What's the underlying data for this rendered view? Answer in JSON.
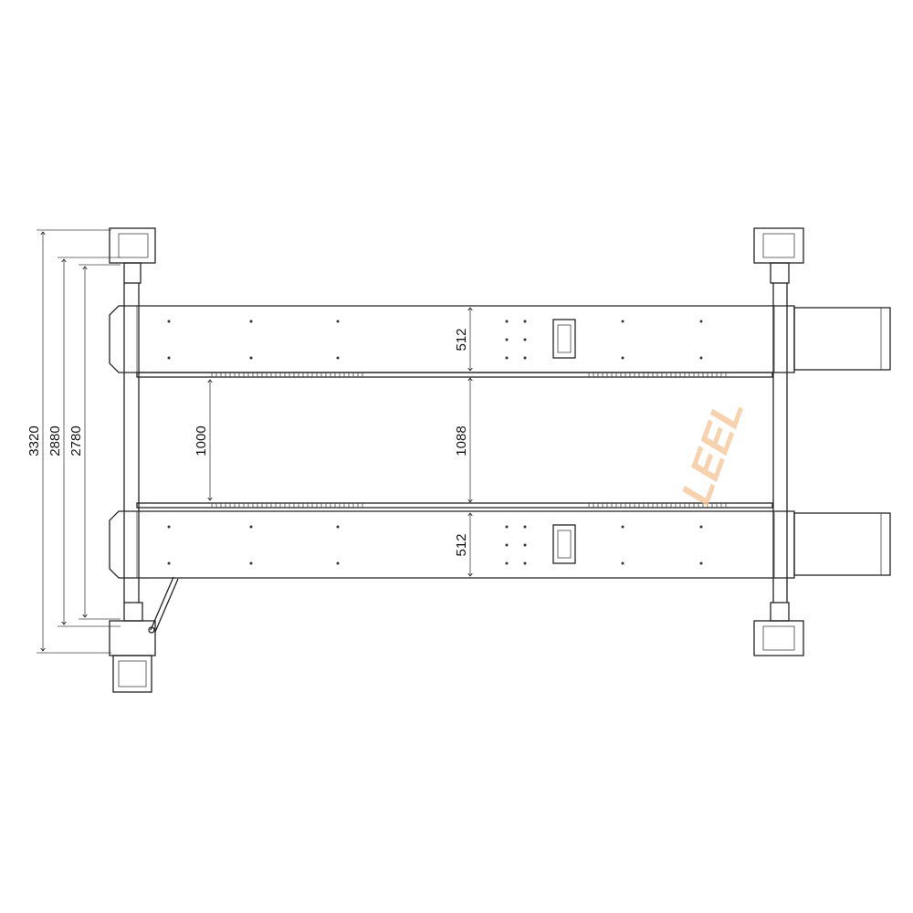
{
  "drawing": {
    "dimensions": {
      "overall_width": "3320",
      "outer_runway_width": "2880",
      "inner_width": "2780",
      "inner_gap_left": "1000",
      "inner_gap": "1088",
      "runway_top_width": "512",
      "runway_bottom_width": "512"
    },
    "watermark": "LEEL",
    "colors": {
      "line": "#222222",
      "watermark": "#f6c79c"
    }
  }
}
